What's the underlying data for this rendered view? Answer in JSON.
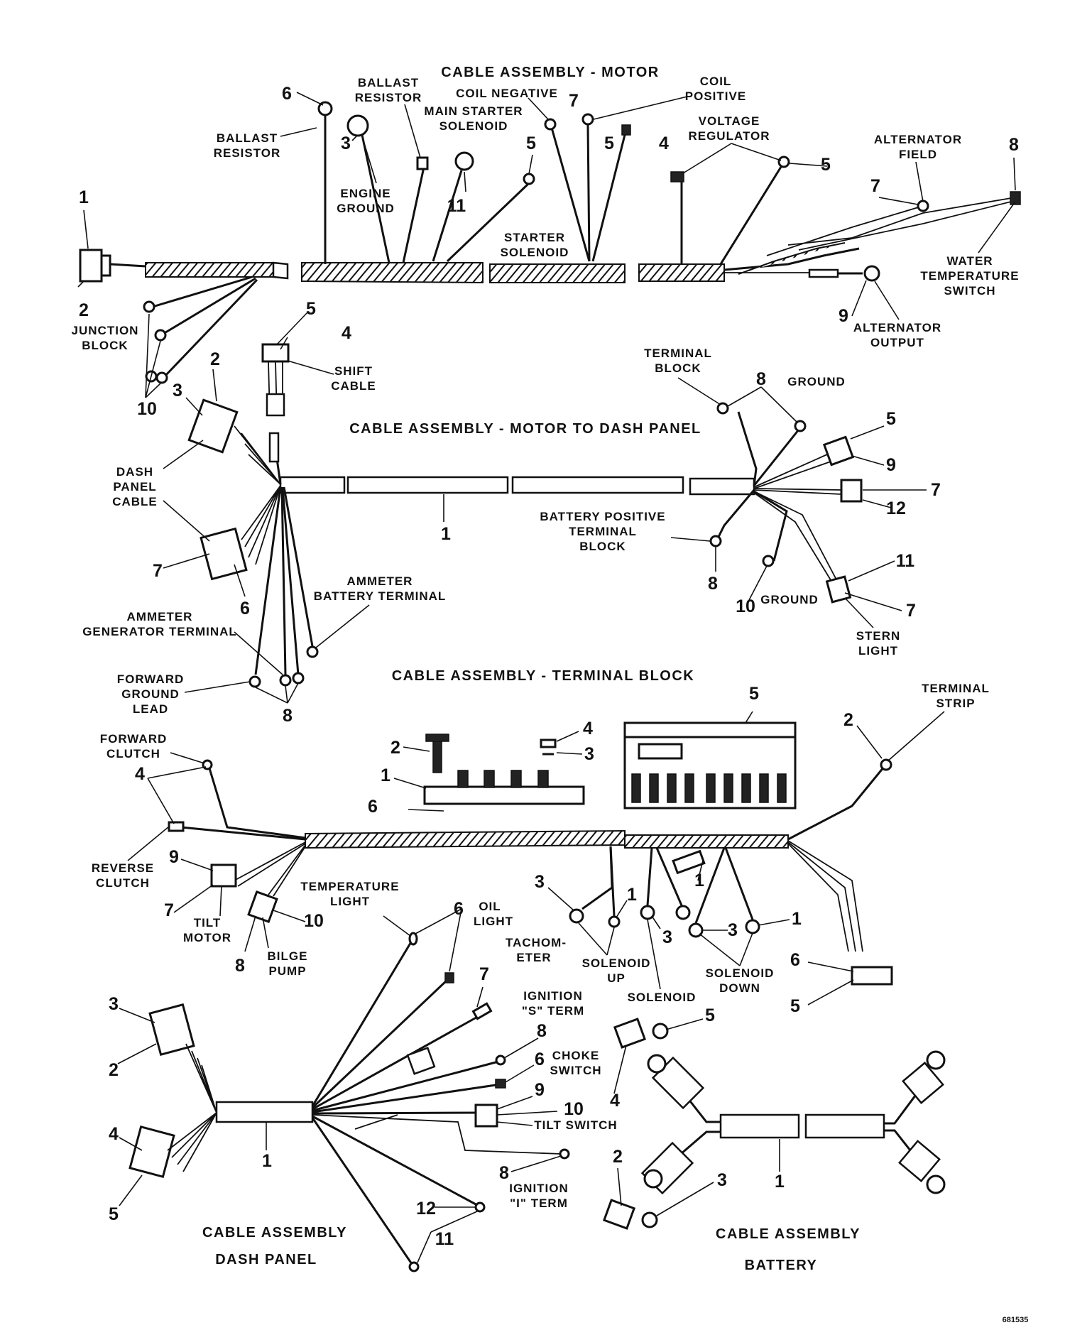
{
  "colors": {
    "ink": "#111111",
    "paper": "#ffffff"
  },
  "figure_code": "681535",
  "assemblies": {
    "motor": {
      "title": "CABLE ASSEMBLY - MOTOR",
      "labels": {
        "ballast_resistor_top": [
          "BALLAST",
          "RESISTOR"
        ],
        "ballast_resistor_left": [
          "BALLAST",
          "RESISTOR"
        ],
        "engine_ground": [
          "ENGINE",
          "GROUND"
        ],
        "main_starter_solenoid": [
          "MAIN STARTER",
          "SOLENOID"
        ],
        "coil_negative": [
          "COIL NEGATIVE"
        ],
        "coil_positive": [
          "COIL",
          "POSITIVE"
        ],
        "voltage_regulator": [
          "VOLTAGE",
          "REGULATOR"
        ],
        "starter_solenoid": [
          "STARTER",
          "SOLENOID"
        ],
        "alternator_field": [
          "ALTERNATOR",
          "FIELD"
        ],
        "water_temperature_switch": [
          "WATER",
          "TEMPERATURE",
          "SWITCH"
        ],
        "junction_block": [
          "JUNCTION",
          "BLOCK"
        ],
        "alternator_output": [
          "ALTERNATOR",
          "OUTPUT"
        ]
      },
      "callouts": [
        "1",
        "2",
        "3",
        "4",
        "5",
        "5",
        "5",
        "6",
        "7",
        "7",
        "8",
        "9",
        "10",
        "11"
      ]
    },
    "motor_to_dash": {
      "title": "CABLE ASSEMBLY - MOTOR TO DASH PANEL",
      "labels": {
        "shift_cable": [
          "SHIFT",
          "CABLE"
        ],
        "terminal_block": [
          "TERMINAL",
          "BLOCK"
        ],
        "ground_top": [
          "GROUND"
        ],
        "dash_panel_cable": [
          "DASH",
          "PANEL",
          "CABLE"
        ],
        "battery_positive": [
          "BATTERY POSITIVE",
          "TERMINAL",
          "BLOCK"
        ],
        "ammeter_battery": [
          "AMMETER",
          "BATTERY TERMINAL"
        ],
        "ammeter_generator": [
          "AMMETER",
          "GENERATOR TERMINAL"
        ],
        "forward_ground": [
          "FORWARD",
          "GROUND",
          "LEAD"
        ],
        "ground_bottom": [
          "GROUND"
        ],
        "stern_light": [
          "STERN",
          "LIGHT"
        ]
      },
      "callouts": [
        "1",
        "2",
        "3",
        "4",
        "5",
        "5",
        "6",
        "7",
        "7",
        "7",
        "8",
        "8",
        "8",
        "9",
        "10",
        "11",
        "12"
      ]
    },
    "terminal_block": {
      "title": "CABLE ASSEMBLY - TERMINAL BLOCK",
      "labels": {
        "terminal_strip": [
          "TERMINAL",
          "STRIP"
        ],
        "forward_clutch": [
          "FORWARD",
          "CLUTCH"
        ],
        "reverse_clutch": [
          "REVERSE",
          "CLUTCH"
        ],
        "tilt_motor": [
          "TILT",
          "MOTOR"
        ],
        "bilge_pump": [
          "BILGE",
          "PUMP"
        ],
        "solenoid_up": [
          "SOLENOID",
          "UP"
        ],
        "solenoid": [
          "SOLENOID"
        ],
        "solenoid_down": [
          "SOLENOID",
          "DOWN"
        ]
      },
      "callouts": [
        "1",
        "1",
        "1",
        "1",
        "2",
        "2",
        "3",
        "3",
        "3",
        "3",
        "4",
        "4",
        "5",
        "5",
        "6",
        "6",
        "7",
        "8",
        "9",
        "10"
      ]
    },
    "dash_panel": {
      "title": [
        "CABLE ASSEMBLY",
        "DASH PANEL"
      ],
      "labels": {
        "temperature_light": [
          "TEMPERATURE",
          "LIGHT"
        ],
        "oil_light": [
          "OIL",
          "LIGHT"
        ],
        "tachometer": [
          "TACHOM-",
          "ETER"
        ],
        "ignition_s": [
          "IGNITION",
          "\"S\" TERM"
        ],
        "choke_switch": [
          "CHOKE",
          "SWITCH"
        ],
        "tilt_switch": [
          "TILT SWITCH"
        ],
        "ignition_i": [
          "IGNITION",
          "\"I\" TERM"
        ]
      },
      "callouts": [
        "1",
        "2",
        "3",
        "4",
        "5",
        "6",
        "6",
        "7",
        "8",
        "8",
        "9",
        "10",
        "11",
        "12"
      ]
    },
    "battery": {
      "title": [
        "CABLE ASSEMBLY",
        "BATTERY"
      ],
      "callouts": [
        "1",
        "2",
        "3",
        "4",
        "5"
      ]
    }
  }
}
